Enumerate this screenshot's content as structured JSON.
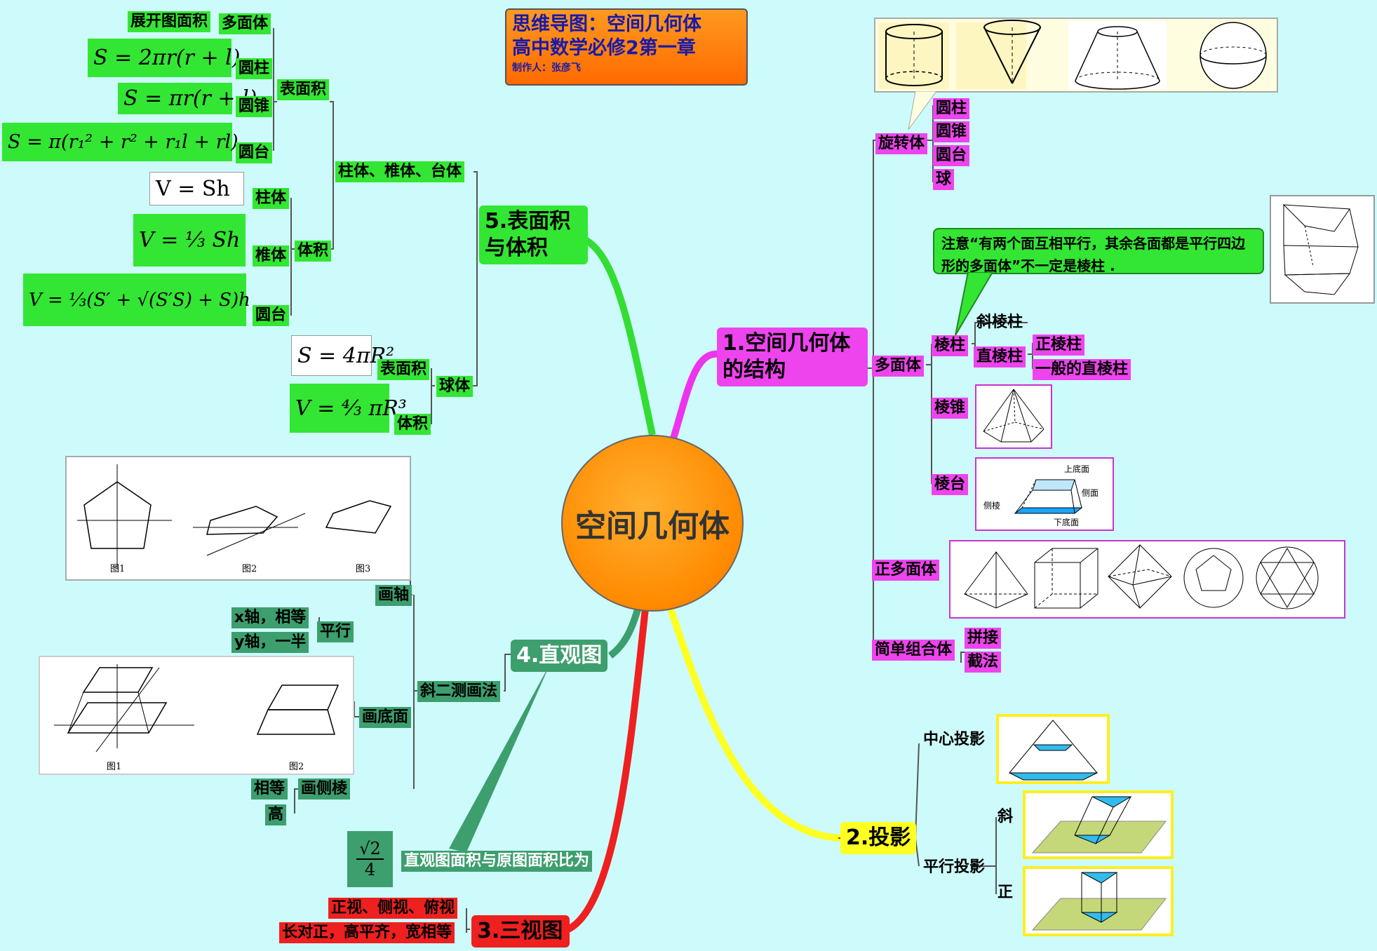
{
  "title": {
    "line1": "思维导图：空间几何体",
    "line2": "高中数学必修2第一章",
    "author": "制作人：张彦飞"
  },
  "center": "空间几何体",
  "branch1": {
    "label": "1.空间几何体的结构",
    "rotation": {
      "label": "旋转体",
      "items": [
        "圆柱",
        "圆锥",
        "圆台",
        "球"
      ]
    },
    "note": "注意“有两个面互相平行，其余各面都是平行四边形的多面体”不一定是棱柱 .",
    "polyhedron": {
      "label": "多面体",
      "prism": "棱柱",
      "oblique": "斜棱柱",
      "right": "直棱柱",
      "regular": "正棱柱",
      "general": "一般的直棱柱",
      "pyramid": "棱锥",
      "frustum": "棱台",
      "frustum_labels": {
        "top": "上底面",
        "side": "侧面",
        "edge": "侧棱",
        "bottom": "下底面"
      }
    },
    "regular": "正多面体",
    "combo": {
      "label": "简单组合体",
      "items": [
        "拼接",
        "截法"
      ]
    }
  },
  "branch2": {
    "label": "2.投影",
    "center": "中心投影",
    "parallel": "平行投影",
    "oblique": "斜",
    "orth": "正"
  },
  "branch3": {
    "label": "3.三视图",
    "items": [
      "正视、侧视、俯视",
      "长对正，高平齐，宽相等"
    ]
  },
  "branch4": {
    "label": "4.直观图",
    "ratio_label": "直观图面积与原图面积比为",
    "ratio_num": "√2",
    "ratio_den": "4",
    "method": "斜二测画法",
    "axis": "画轴",
    "parallel": "平行",
    "x_rule": "x轴，相等",
    "y_rule": "y轴，一半",
    "base": "画底面",
    "side": "画侧棱",
    "equal": "相等",
    "height": "高",
    "fig_labels": [
      "图1",
      "图2",
      "图3"
    ]
  },
  "branch5": {
    "label": "5.表面积与体积",
    "cpf": "柱体、椎体、台体",
    "surface": "表面积",
    "volume": "体积",
    "sphere": "球体",
    "unfold": "展开图面积",
    "poly": "多面体",
    "cyl": "圆柱",
    "cone": "圆锥",
    "frus": "圆台",
    "prism": "柱体",
    "pyr": "椎体",
    "frus2": "圆台",
    "s_surface": "表面积",
    "s_volume": "体积",
    "f_cyl": "S = 2πr(r + l)",
    "f_cone": "S = πr(r + l)",
    "f_frus": "S = π(r₁² + r² + r₁l + rl)",
    "f_prism": "V = Sh",
    "f_pyr": "V = ⅓ Sh",
    "f_frus_v": "V = ⅓(S′ + √(S′S) + S)h",
    "f_sphere_s": "S = 4πR²",
    "f_sphere_v": "V = ⁴⁄₃ πR³"
  },
  "colors": {
    "background": "#cdfbfb",
    "green": "#33e633",
    "magenta": "#ee44ee",
    "yellow": "#ffff22",
    "red": "#ee2020",
    "darkgreen": "#3d9e6e",
    "center": "#ff8a00"
  }
}
